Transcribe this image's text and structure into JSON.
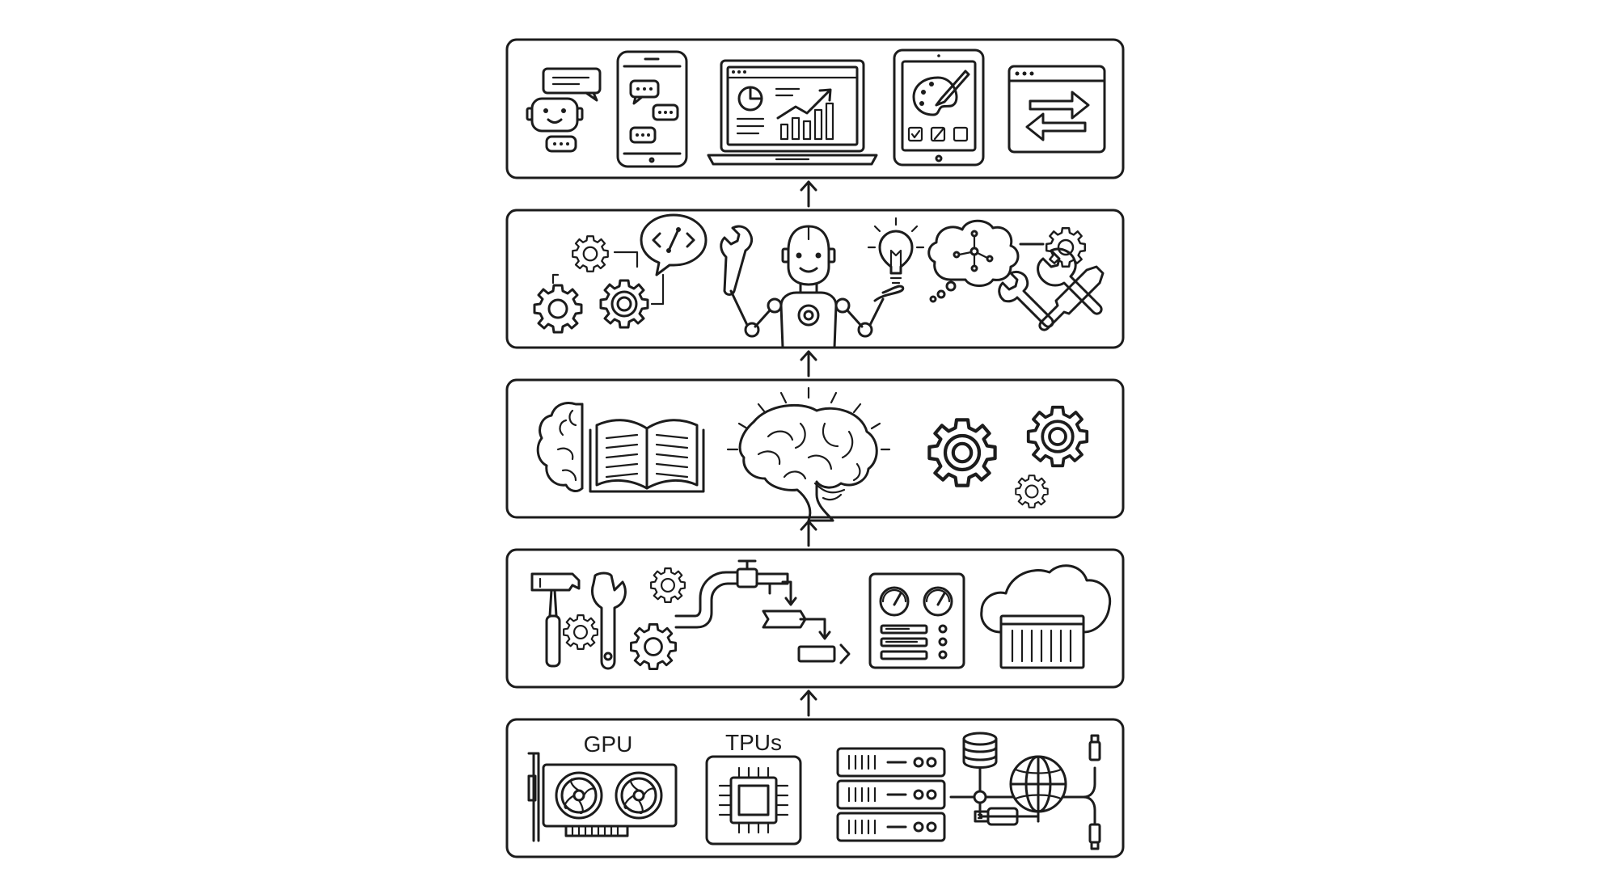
{
  "diagram": {
    "hardware_labels": {
      "gpu": "GPU",
      "tpu": "TPUs"
    },
    "layers": [
      {
        "id": "applications",
        "icons": [
          "chatbot-icon",
          "phone-chat-icon",
          "laptop-dashboard-icon",
          "tablet-design-icon",
          "browser-data-exchange-icon"
        ]
      },
      {
        "id": "agents-tools",
        "icons": [
          "gears-icon",
          "code-bubble-icon",
          "robot-icon",
          "lightbulb-icon",
          "cloud-network-icon",
          "gear-icon",
          "wrench-icon",
          "tools-icon"
        ]
      },
      {
        "id": "models",
        "icons": [
          "brain-side-icon",
          "open-book-icon",
          "brain-icon",
          "gears-icon"
        ]
      },
      {
        "id": "infrastructure-tooling",
        "icons": [
          "hammer-icon",
          "wrench-icon",
          "gears-icon",
          "pipeline-icon",
          "flow-icon",
          "dashboard-panel-icon",
          "cloud-container-icon"
        ]
      },
      {
        "id": "hardware",
        "icons": [
          "gpu-icon",
          "tpu-chip-icon",
          "server-rack-icon",
          "database-icon",
          "globe-network-icon",
          "usb-icon"
        ]
      }
    ]
  }
}
